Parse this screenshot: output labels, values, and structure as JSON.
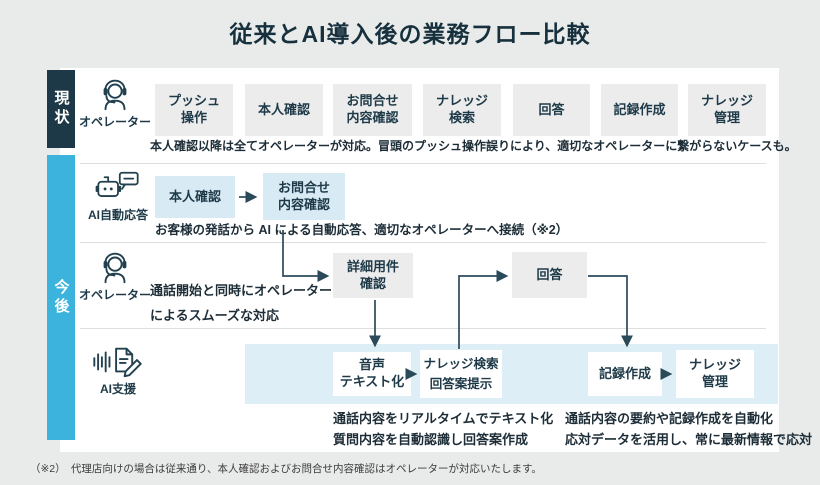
{
  "title": "従来とAI導入後の業務フロー比較",
  "colors": {
    "current_bar": "#1d3947",
    "future_bar": "#3cb3dd",
    "gray_box": "#ececec",
    "blue_box": "#d8ebf4",
    "support_panel": "#ddeef6",
    "ink": "#1e3a48"
  },
  "current": {
    "label": "現状",
    "actor": {
      "name": "オペレーター",
      "icon": "operator-headset-icon"
    },
    "steps": [
      "プッシュ\n操作",
      "本人確認",
      "お問合せ\n内容確認",
      "ナレッジ\n検索",
      "回答",
      "記録作成",
      "ナレッジ\n管理"
    ],
    "note": "本人確認以降は全てオペレーターが対応。冒頭のプッシュ操作誤りにより、適切なオペレーターに繋がらないケースも。"
  },
  "future": {
    "label": "今後",
    "ai_response": {
      "actor": {
        "name": "AI自動応答",
        "icon": "robot-chat-icon"
      },
      "steps": [
        "本人確認",
        "お問合せ\n内容確認"
      ],
      "note": "お客様の発話から AI による自動応答、適切なオペレーターへ接続（※2）"
    },
    "operator": {
      "actor": {
        "name": "オペレーター",
        "icon": "operator-headset-icon"
      },
      "steps": [
        "詳細用件\n確認",
        "回答"
      ],
      "note": "通話開始と同時にオペレーター\nによるスムーズな対応"
    },
    "ai_support": {
      "actor": {
        "name": "AI支援",
        "icon": "soundwave-document-icon"
      },
      "steps": [
        "音声\nテキスト化",
        "ナレッジ検索\n回答案提示",
        "記録作成",
        "ナレッジ\n管理"
      ],
      "notes": [
        "通話内容をリアルタイムでテキスト化\n質問内容を自動認識し回答案作成",
        "通話内容の要約や記録作成を自動化\n応対データを活用し、常に最新情報で応対"
      ]
    }
  },
  "footnote": "（※2）　代理店向けの場合は従来通り、本人確認およびお問合せ内容確認はオペレーターが対応いたします。"
}
